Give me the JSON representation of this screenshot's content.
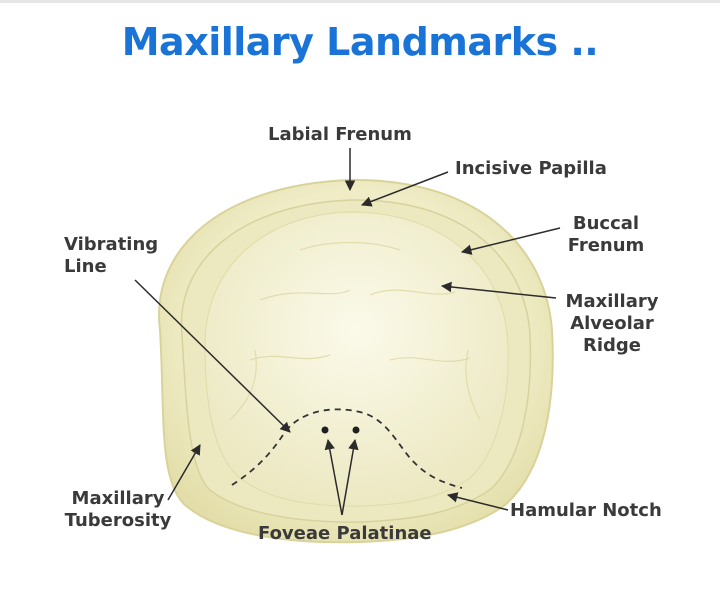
{
  "title": "Maxillary Landmarks ..",
  "labels": {
    "labial_frenum": "Labial Frenum",
    "incisive_papilla": "Incisive Papilla",
    "buccal_frenum_1": "Buccal",
    "buccal_frenum_2": "Frenum",
    "vibrating_line_1": "Vibrating",
    "vibrating_line_2": "Line",
    "alveolar_ridge_1": "Maxillary",
    "alveolar_ridge_2": "Alveolar",
    "alveolar_ridge_3": "Ridge",
    "tuberosity_1": "Maxillary",
    "tuberosity_2": "Tuberosity",
    "hamular_notch": "Hamular Notch",
    "foveae_palatinae": "Foveae Palatinae"
  },
  "colors": {
    "title": "#1a73d6",
    "label": "#3a3a3a",
    "cast": "#f2f0cf",
    "cast_border": "#e4dfae"
  }
}
